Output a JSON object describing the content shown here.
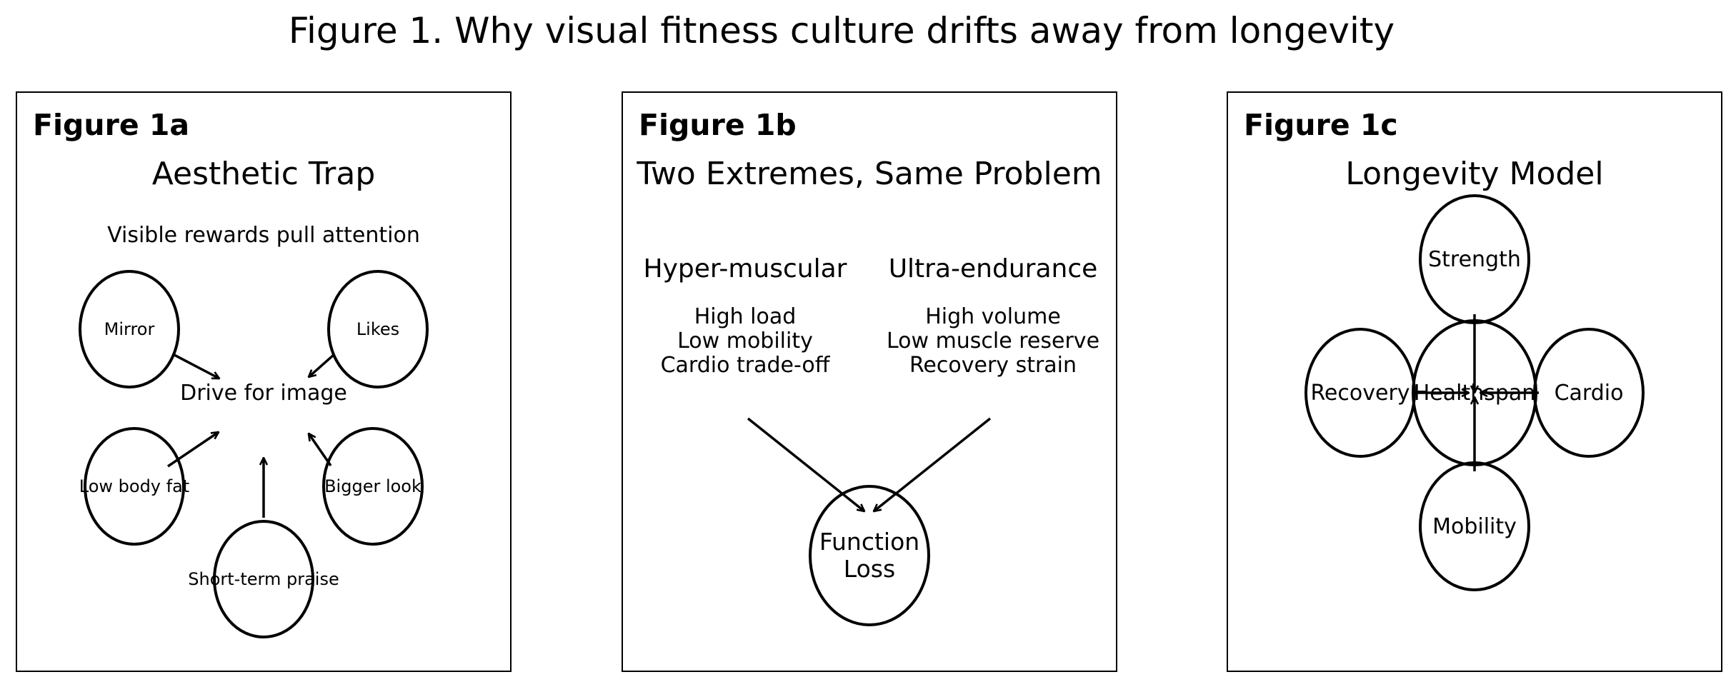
{
  "title": "Figure 1. Why visual fitness culture drifts away from longevity",
  "panel_a": {
    "label": "Figure 1a",
    "title": "Aesthetic Trap",
    "subtitle": "Visible rewards pull attention",
    "center": "Drive for image",
    "nodes": {
      "mirror": "Mirror",
      "likes": "Likes",
      "low_body_fat": "Low body fat",
      "bigger_look": "Bigger look",
      "short_term_praise": "Short-term praise"
    }
  },
  "panel_b": {
    "label": "Figure 1b",
    "title": "Two Extremes, Same Problem",
    "left": {
      "heading": "Hyper-muscular",
      "lines": [
        "High load",
        "Low mobility",
        "Cardio trade-off"
      ]
    },
    "right": {
      "heading": "Ultra-endurance",
      "lines": [
        "High volume",
        "Low muscle reserve",
        "Recovery strain"
      ]
    },
    "outcome": [
      "Function",
      "Loss"
    ]
  },
  "panel_c": {
    "label": "Figure 1c",
    "title": "Longevity Model",
    "center": "Healthspan",
    "nodes": {
      "strength": "Strength",
      "recovery": "Recovery",
      "cardio": "Cardio",
      "mobility": "Mobility"
    }
  }
}
